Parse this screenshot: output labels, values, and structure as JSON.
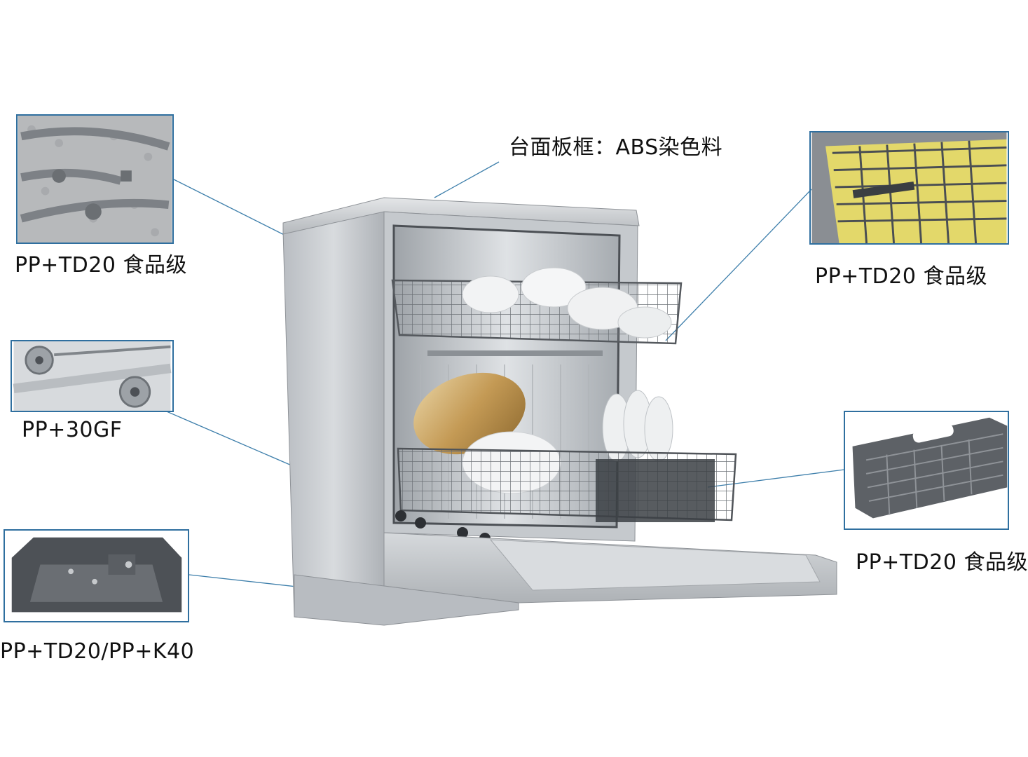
{
  "callouts": {
    "countertop": "台面板框：ABS染色料",
    "spray_arm": "PP+TD20 食品级",
    "upper_rack": "PP+TD20 食品级",
    "wheel": "PP+30GF",
    "cutlery_basket": "PP+TD20 食品级",
    "base": "PP+TD20/PP+K40"
  },
  "colors": {
    "leader_line": "#2f6f9f",
    "frame_border": "#2f6f9f",
    "stainless": "#c9ccd0",
    "basket_gray": "#5d6166",
    "grid_yellow": "#e3d86a"
  }
}
